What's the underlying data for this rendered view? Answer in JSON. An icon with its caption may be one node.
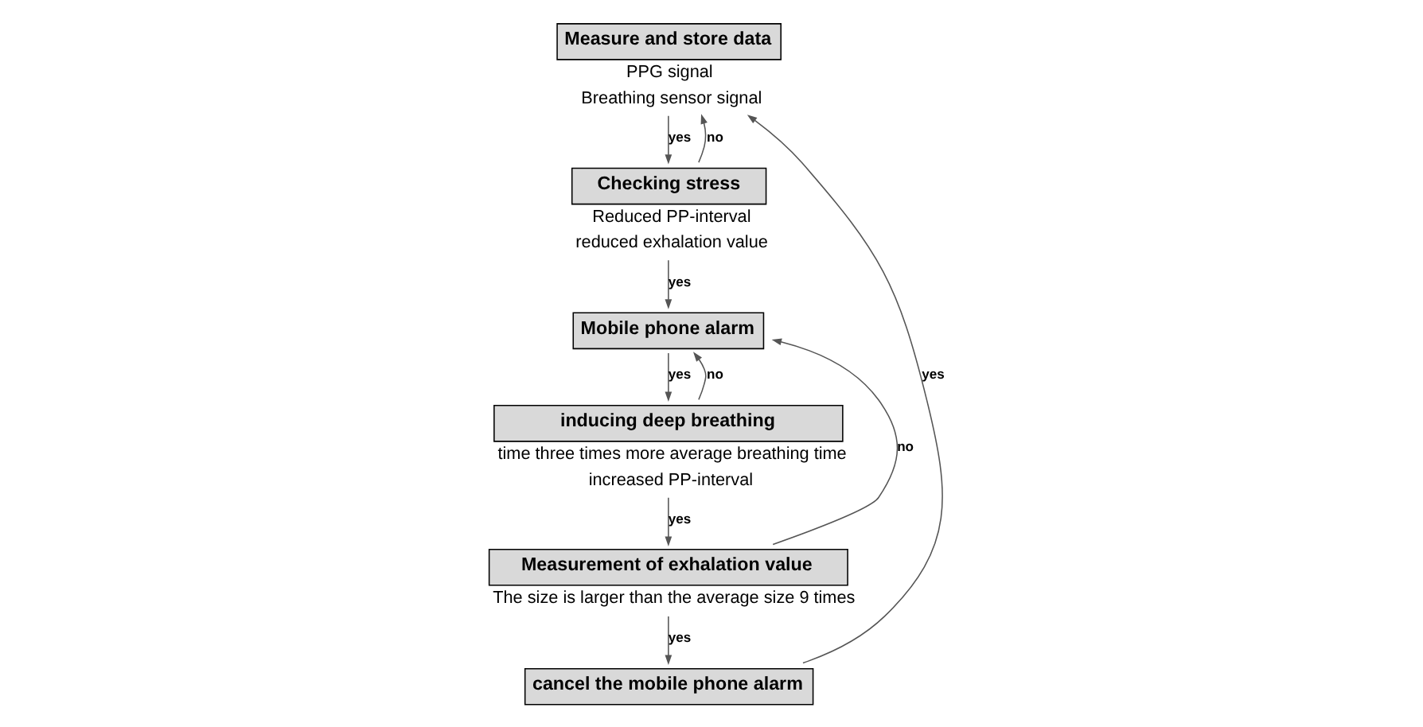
{
  "diagram": {
    "nodes": [
      {
        "text": [
          "Measure and store data"
        ],
        "beside": [
          "PPG signal",
          "Breathing sensor signal"
        ]
      },
      {
        "text": [
          "Checking stress"
        ],
        "beside": [
          "Reduced PP-interval",
          "reduced exhalation value"
        ]
      },
      {
        "text": [
          "Mobile phone alarm"
        ]
      },
      {
        "text": [
          "inducing deep breathing"
        ],
        "beside": [
          "time three times more average breathing time",
          "increased PP-interval"
        ]
      },
      {
        "text": [
          "Measurement of exhalation value"
        ],
        "beside": [
          "The size is larger than the average size 9 times"
        ]
      },
      {
        "text": [
          "cancel the mobile phone alarm"
        ]
      }
    ],
    "edges": [
      {
        "from": 0,
        "to": 1,
        "arrow": "to",
        "label": "yes"
      },
      {
        "from": 1,
        "to": 0,
        "arrow": "to",
        "label": "no"
      },
      {
        "from": 1,
        "to": 2,
        "arrow": "to",
        "label": "yes"
      },
      {
        "from": 2,
        "to": 3,
        "arrow": "to",
        "label": "yes"
      },
      {
        "from": 3,
        "to": 2,
        "arrow": "to",
        "label": "no"
      },
      {
        "from": 3,
        "to": 4,
        "arrow": "to",
        "label": "yes"
      },
      {
        "from": 4,
        "to": 2,
        "arrow": "to",
        "label": "no"
      },
      {
        "from": 4,
        "to": 5,
        "arrow": "to",
        "label": "yes"
      },
      {
        "from": 5,
        "to": 0,
        "arrow": "to",
        "label": "yes"
      }
    ]
  }
}
